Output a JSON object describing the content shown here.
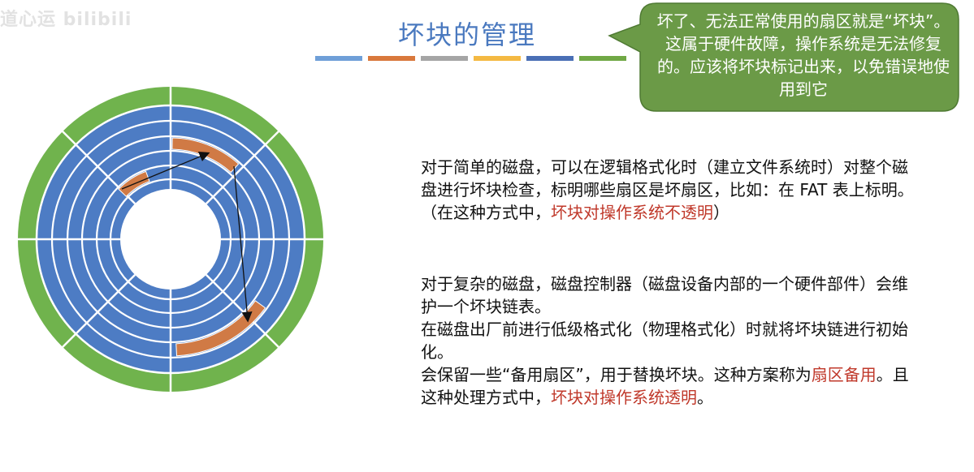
{
  "watermark": "道心运 bilibili",
  "slide": {
    "title": "坏块的管理",
    "bar_colors": [
      "#6f9fd8",
      "#d9783c",
      "#a5a5a5",
      "#f4b942",
      "#4a6fb5",
      "#70a845"
    ]
  },
  "callout": {
    "text": "坏了、无法正常使用的扇区就是“坏块”。这属于硬件故障，操作系统是无法修复的。应该将坏块标记出来，以免错误地使用到它",
    "fill": "#6b9a47"
  },
  "para1": {
    "text": "对于简单的磁盘，可以在逻辑格式化时（建立文件系统时）对整个磁盘进行坏块检查，标明哪些扇区是坏扇区，比如：在 FAT 表上标明。（在这种方式中，",
    "highlight": "坏块对操作系统不透明",
    "tail": "）"
  },
  "para2": {
    "line1": "对于复杂的磁盘，磁盘控制器（磁盘设备内部的一个硬件部件）会维护一个坏块链表。",
    "line2": "在磁盘出厂前进行低级格式化（物理格式化）时就将坏块链进行初始化。",
    "line3_a": "会保留一些“备用扇区”，用于替换坏块。这种方案称为",
    "line3_h1": "扇区备用",
    "line3_b": "。且这种处理方式中，",
    "line3_h2": "坏块对操作系统透明",
    "line3_c": "。"
  },
  "disk_colors": {
    "track": "#4d7cc4",
    "outer_ring": "#70b34d",
    "bad_sector": "#d07a45"
  }
}
